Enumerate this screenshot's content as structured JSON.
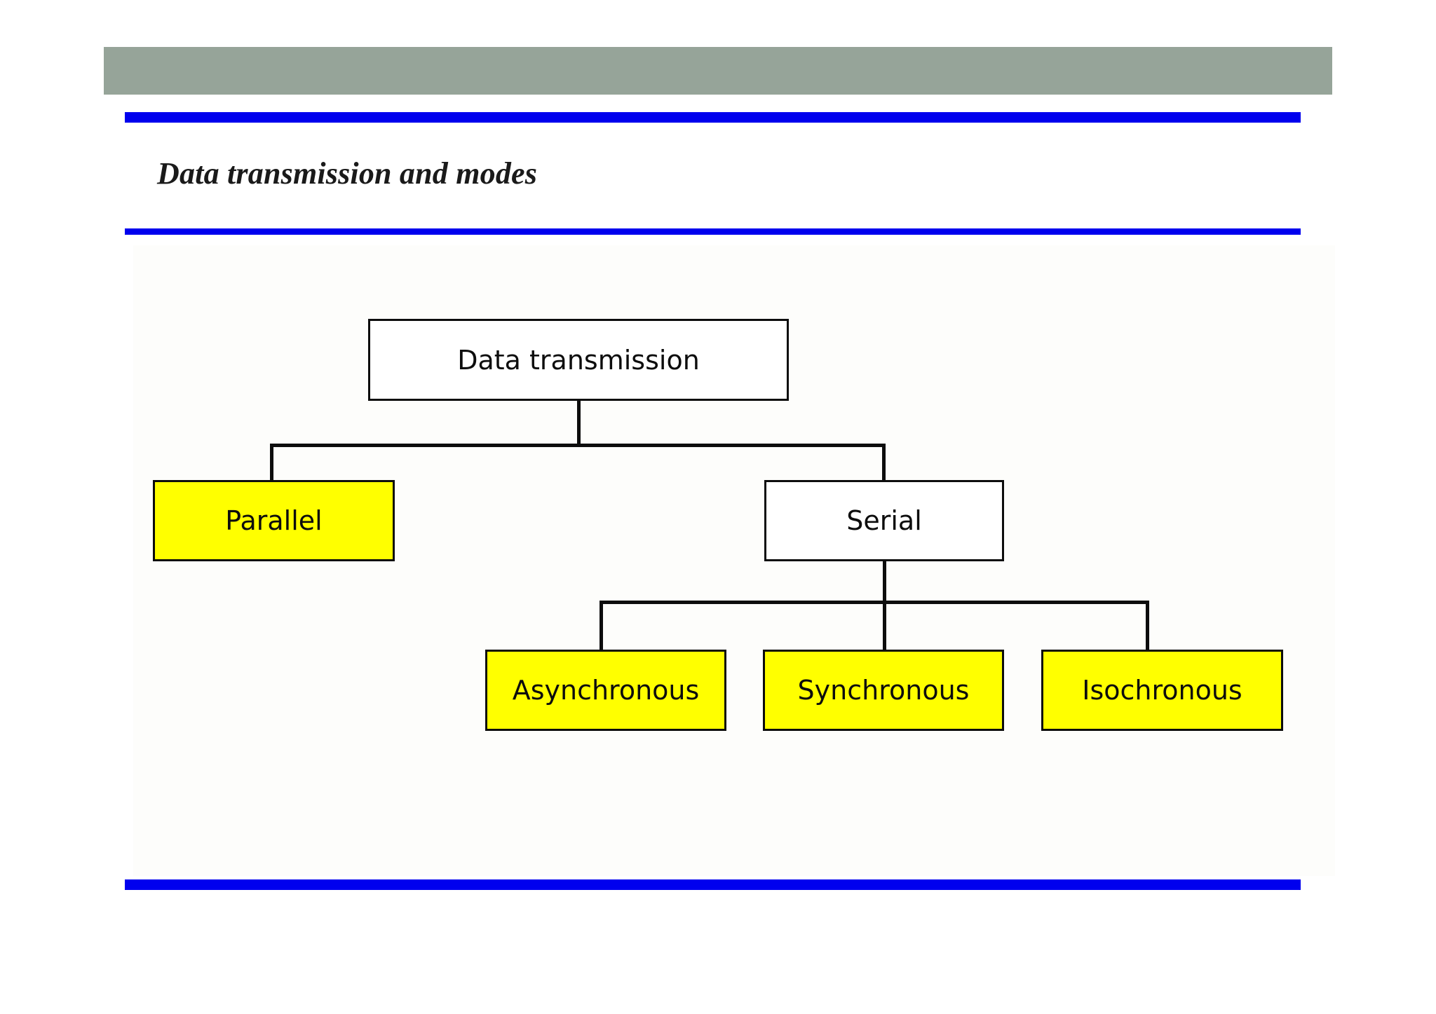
{
  "slide": {
    "title": "Data transmission and modes",
    "colors": {
      "header_bar": "#96a499",
      "rule": "#0000ee",
      "node_fill_white": "#ffffff",
      "node_fill_yellow": "#ffff00",
      "node_border": "#0d0d0d",
      "node_shadow": "#3a3a3a",
      "canvas": "#fdfdfb"
    }
  },
  "diagram": {
    "type": "tree",
    "root": {
      "label": "Data transmission",
      "fill": "white"
    },
    "children": [
      {
        "label": "Parallel",
        "fill": "yellow"
      },
      {
        "label": "Serial",
        "fill": "white",
        "children": [
          {
            "label": "Asynchronous",
            "fill": "yellow"
          },
          {
            "label": "Synchronous",
            "fill": "yellow"
          },
          {
            "label": "Isochronous",
            "fill": "yellow"
          }
        ]
      }
    ]
  }
}
